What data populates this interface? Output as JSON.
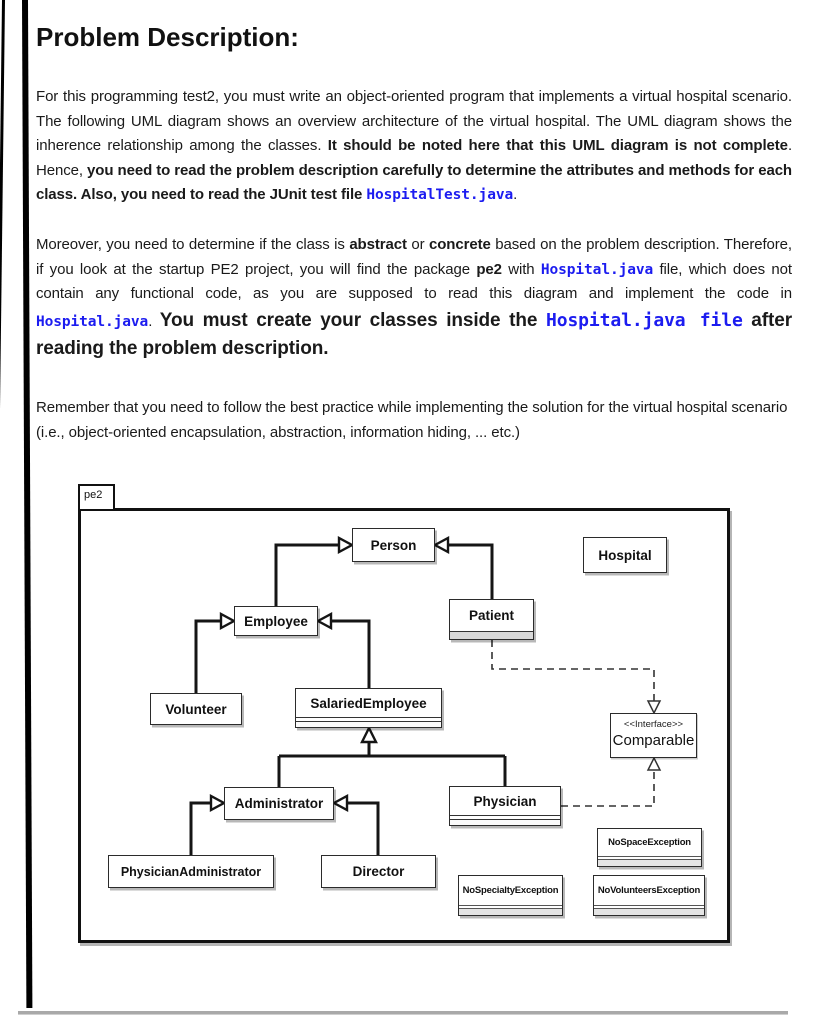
{
  "document": {
    "heading": "Problem Description:",
    "paragraph1": [
      {
        "s": "n",
        "t": "For this programming test2, you must write an object-oriented program that implements a virtual hospital scenario. The following UML diagram shows an overview architecture of the virtual hospital. The UML diagram shows the inherence relationship among the classes. "
      },
      {
        "s": "b",
        "t": "It should be noted here that this UML diagram is not complete"
      },
      {
        "s": "n",
        "t": ". Hence, "
      },
      {
        "s": "b",
        "t": "you need to read the problem description carefully to determine the attributes and methods for each class. Also, you need to read the JUnit test file "
      },
      {
        "s": "code",
        "t": "HospitalTest.java"
      },
      {
        "s": "n",
        "t": "."
      }
    ],
    "paragraph2": [
      {
        "s": "n",
        "t": "Moreover, you need to determine if the class is "
      },
      {
        "s": "b",
        "t": "abstract"
      },
      {
        "s": "n",
        "t": " or "
      },
      {
        "s": "b",
        "t": "concrete"
      },
      {
        "s": "n",
        "t": " based on the problem description. Therefore, if you look at the startup PE2 project, you will find the package "
      },
      {
        "s": "b",
        "t": "pe2"
      },
      {
        "s": "n",
        "t": " with "
      },
      {
        "s": "code",
        "t": "Hospital.java"
      },
      {
        "s": "n",
        "t": " file, which does not contain any functional code, as you are supposed to read this diagram and implement the code in "
      },
      {
        "s": "code",
        "t": "Hospital.java"
      },
      {
        "s": "n",
        "t": ". "
      },
      {
        "s": "bigb",
        "t": "You must create your classes inside the "
      },
      {
        "s": "bigcode",
        "t": "Hospital.java file"
      },
      {
        "s": "bigb",
        "t": " after reading the problem description."
      }
    ],
    "paragraph3": [
      {
        "s": "n",
        "t": "Remember that you need to follow the best practice while implementing the solution for the virtual hospital scenario (i.e., object-oriented encapsulation, abstraction, information hiding, ... etc.)"
      }
    ]
  },
  "diagram": {
    "package_label": "pe2",
    "classes": {
      "person": "Person",
      "hospital": "Hospital",
      "employee": "Employee",
      "patient": "Patient",
      "volunteer": "Volunteer",
      "salaried_employee": "SalariedEmployee",
      "administrator": "Administrator",
      "physician": "Physician",
      "physician_administrator": "PhysicianAdministrator",
      "director": "Director",
      "no_space_exception": "NoSpaceException",
      "no_specialty_exception": "NoSpecialtyException",
      "no_volunteers_exception": "NoVolunteersException"
    },
    "interface": {
      "stereotype": "<<Interface>>",
      "name": "Comparable"
    },
    "relationships": [
      "Employee --|> Person",
      "Patient --|> Person",
      "Volunteer --|> Employee",
      "SalariedEmployee --|> Employee",
      "Administrator --|> SalariedEmployee",
      "Physician --|> SalariedEmployee",
      "PhysicianAdministrator --|> Administrator",
      "Director --|> Administrator",
      "Patient ..|> Comparable",
      "Physician ..|> Comparable"
    ]
  },
  "colors": {
    "code_blue": "#1c1cf0",
    "line_black": "#151515"
  }
}
